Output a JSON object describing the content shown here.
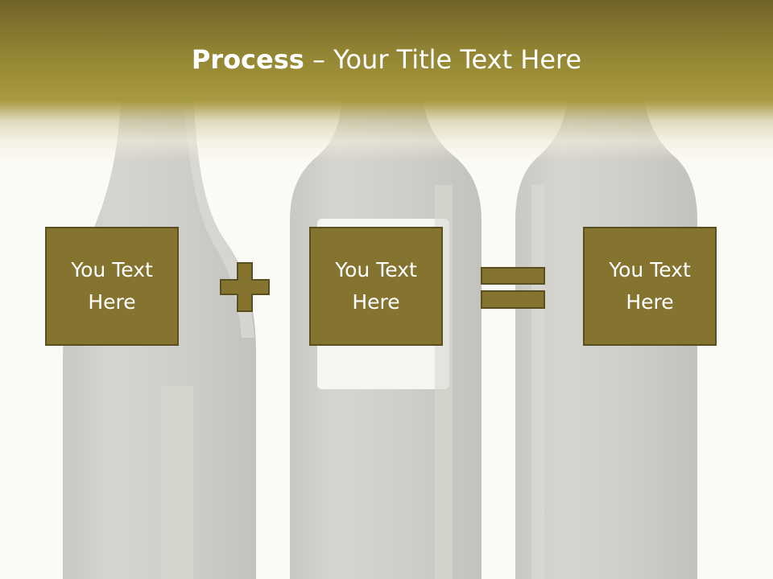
{
  "slide": {
    "title_bold": "Process",
    "title_rest": " – Your Title Text Here"
  },
  "process": {
    "steps": [
      {
        "line1": "You Text",
        "line2": "Here"
      },
      {
        "line1": "You Text",
        "line2": "Here"
      },
      {
        "line1": "You Text",
        "line2": "Here"
      }
    ],
    "operators": [
      "plus-icon",
      "equals-icon"
    ]
  },
  "colors": {
    "accent": "#857430",
    "accent_border": "#5a4f1e",
    "header_dark": "#6f6228",
    "header_light": "#a89a42",
    "background": "#fbfaf5",
    "bottle": "#cdccc6"
  }
}
